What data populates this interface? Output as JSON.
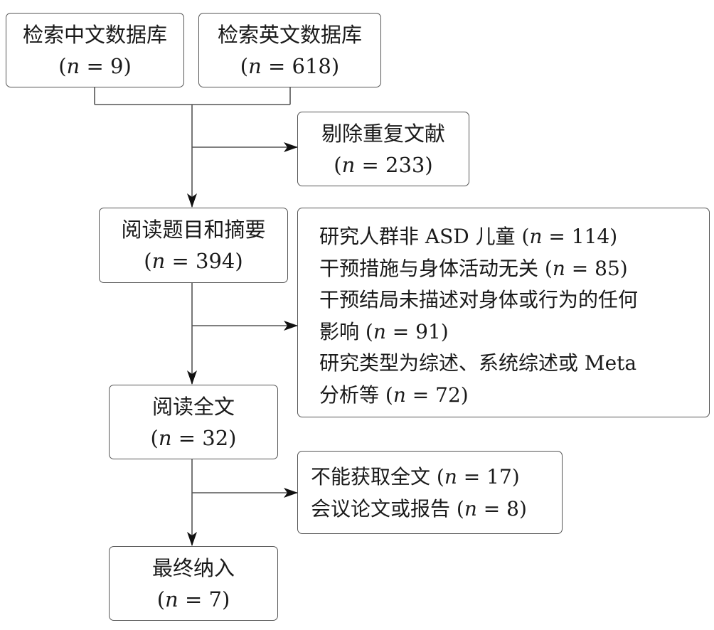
{
  "n_symbol": "n",
  "boxes": {
    "cn_db": {
      "title": "检索中文数据库",
      "count": "9"
    },
    "en_db": {
      "title": "检索英文数据库",
      "count": "618"
    },
    "dedupe": {
      "title": "剔除重复文献",
      "count": "233"
    },
    "title_abstract": {
      "title": "阅读题目和摘要",
      "count": "394"
    },
    "fulltext": {
      "title": "阅读全文",
      "count": "32"
    },
    "included": {
      "title": "最终纳入",
      "count": "7"
    }
  },
  "exclusions_1": [
    {
      "text": "研究人群非 ASD 儿童",
      "count": "114"
    },
    {
      "text": "干预措施与身体活动无关",
      "count": "85"
    },
    {
      "text": "干预结局未描述对身体或行为的任何",
      "text_cont": "影响",
      "count": "91"
    },
    {
      "text": "研究类型为综述、系统综述或 Meta",
      "text_cont": "分析等",
      "count": "72"
    }
  ],
  "exclusions_2": [
    {
      "text": "不能获取全文",
      "count": "17"
    },
    {
      "text": "会议论文或报告",
      "count": "8"
    }
  ],
  "colors": {
    "border": "#555555",
    "line": "#555555",
    "arrow": "#111111",
    "text": "#1a1a1a"
  }
}
